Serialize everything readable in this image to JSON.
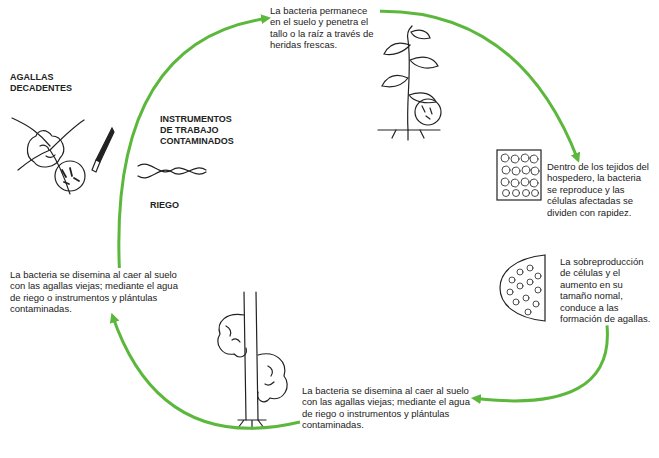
{
  "diagram": {
    "nodes": [
      {
        "text": [
          "La bacteria permanece en el suelo y penetra el tallo o la raíz a través de heridas frescas."
        ]
      },
      {
        "text": [
          "Dentro de los tejidos del hospedero, la bacteria se reproduce y las células afectadas se dividen con rapidez."
        ]
      },
      {
        "text": [
          "La sobreproducción de células y el aumento en su tamaño nomal, conduce a las formación de agallas."
        ]
      },
      {
        "text": [
          "La bacteria se disemina al caer al suelo con las agallas viejas; mediante el agua de riego o instrumentos y plántulas contaminadas."
        ]
      },
      {
        "text": [
          "La bacteria se disemina al caer al suelo con las agallas viejas; mediante el agua de riego o instrumentos y plántulas contaminadas."
        ]
      }
    ],
    "edges": [
      {
        "from": 0,
        "to": 1,
        "arrow": "to"
      },
      {
        "from": 2,
        "to": 3,
        "arrow": "to"
      },
      {
        "from": 3,
        "to": 4,
        "arrow": "to"
      },
      {
        "from": 4,
        "to": 0,
        "arrow": "to"
      }
    ],
    "labels": [
      "AGALLAS DECADENTES",
      "INSTRUMENTOS DE TRABAJO CONTAMINADOS",
      "RIEGO"
    ]
  }
}
